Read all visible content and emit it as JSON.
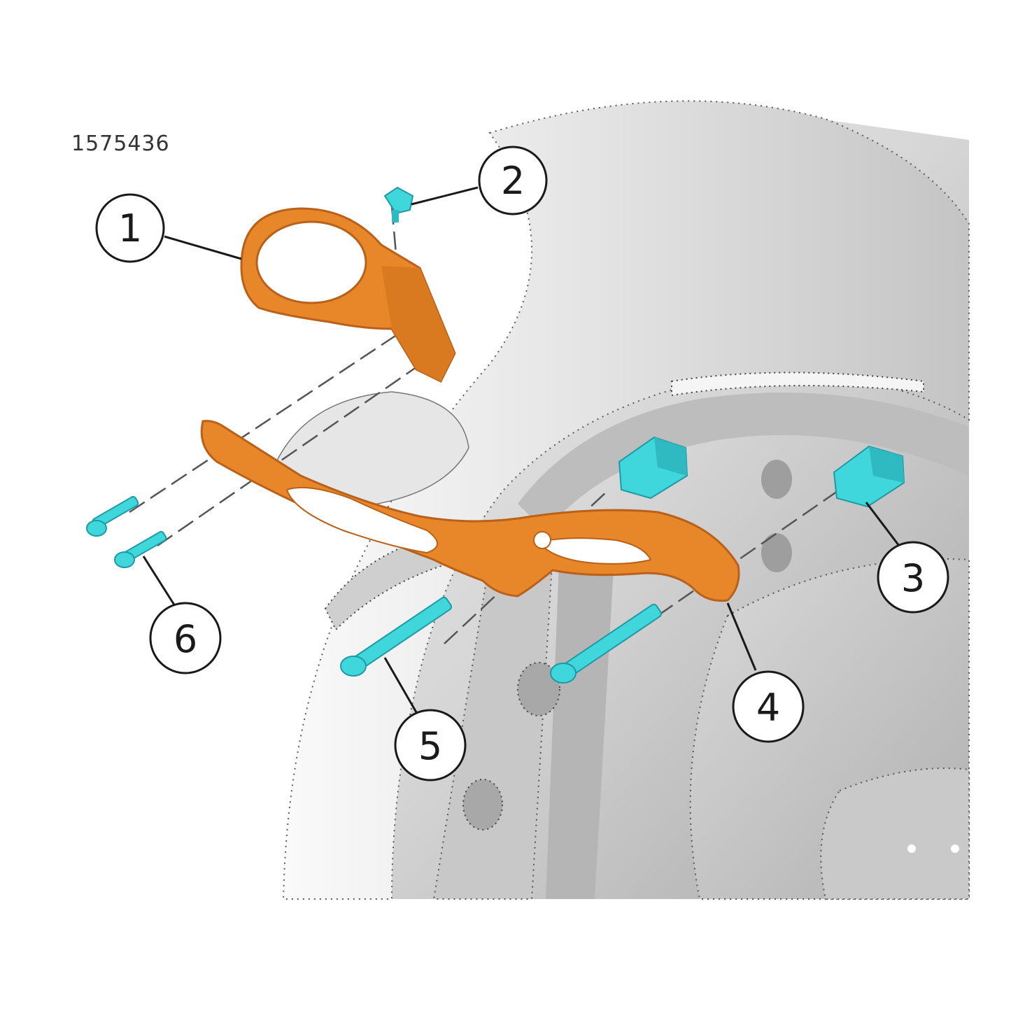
{
  "figure": {
    "id_label": "1575436"
  },
  "colors": {
    "bracket": "#e8872a",
    "bracket_dark": "#b9611a",
    "fastener": "#3fd6dc",
    "fastener_dark": "#1f9aa2",
    "background_part": "#d4d4d4",
    "background_part_dark": "#9a9a9a"
  },
  "callouts": [
    {
      "number": "1",
      "part": "clamp"
    },
    {
      "number": "2",
      "part": "screw"
    },
    {
      "number": "3",
      "part": "spacer"
    },
    {
      "number": "4",
      "part": "bracket"
    },
    {
      "number": "5",
      "part": "bolt"
    },
    {
      "number": "6",
      "part": "screw"
    }
  ]
}
